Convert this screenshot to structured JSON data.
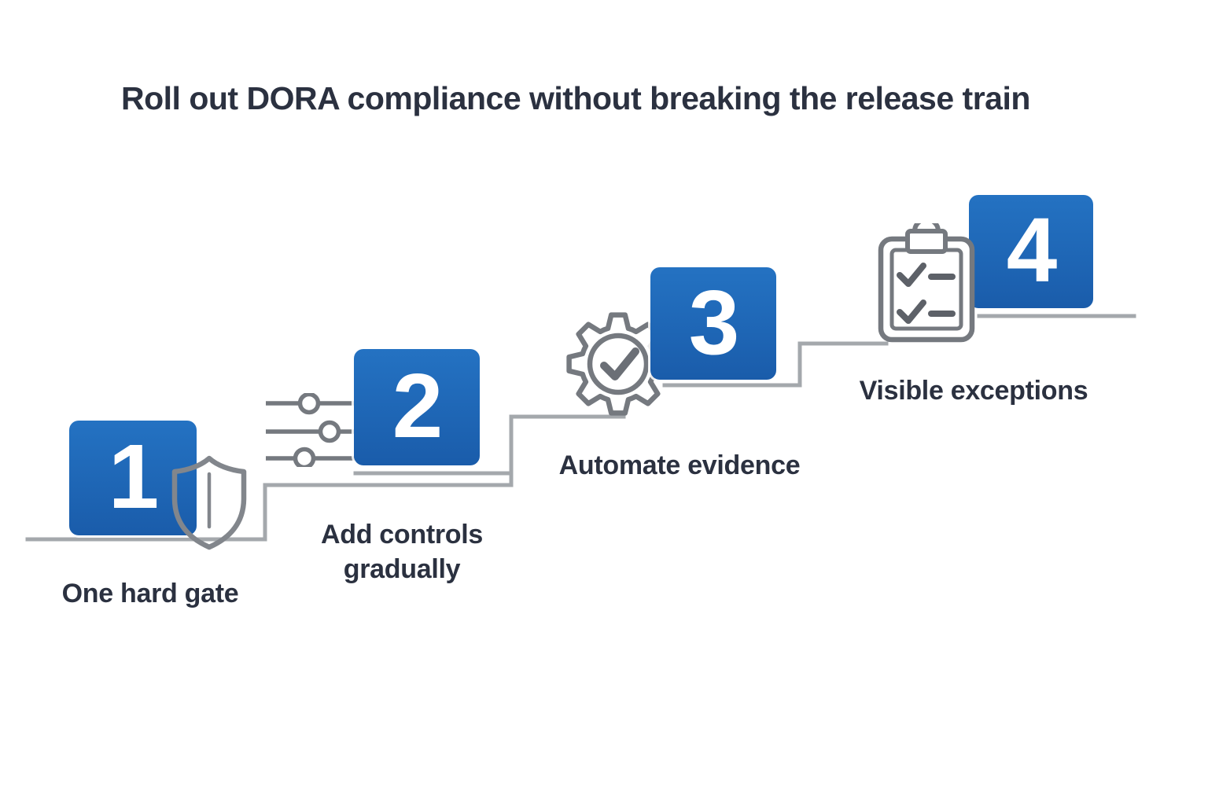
{
  "title": "Roll out DORA compliance without breaking the release train",
  "colors": {
    "accent_blue": "#1d63b2",
    "text_dark": "#2b3140",
    "icon_gray": "#75797f",
    "line_gray": "#a4a8ac",
    "number_text": "#ffffff"
  },
  "steps": [
    {
      "number": "1",
      "label": "One hard gate",
      "icon": "shield-icon"
    },
    {
      "number": "2",
      "label": "Add controls gradually",
      "icon": "sliders-icon"
    },
    {
      "number": "3",
      "label": "Automate evidence",
      "icon": "gear-check-icon"
    },
    {
      "number": "4",
      "label": "Visible exceptions",
      "icon": "clipboard-checklist-icon"
    }
  ]
}
